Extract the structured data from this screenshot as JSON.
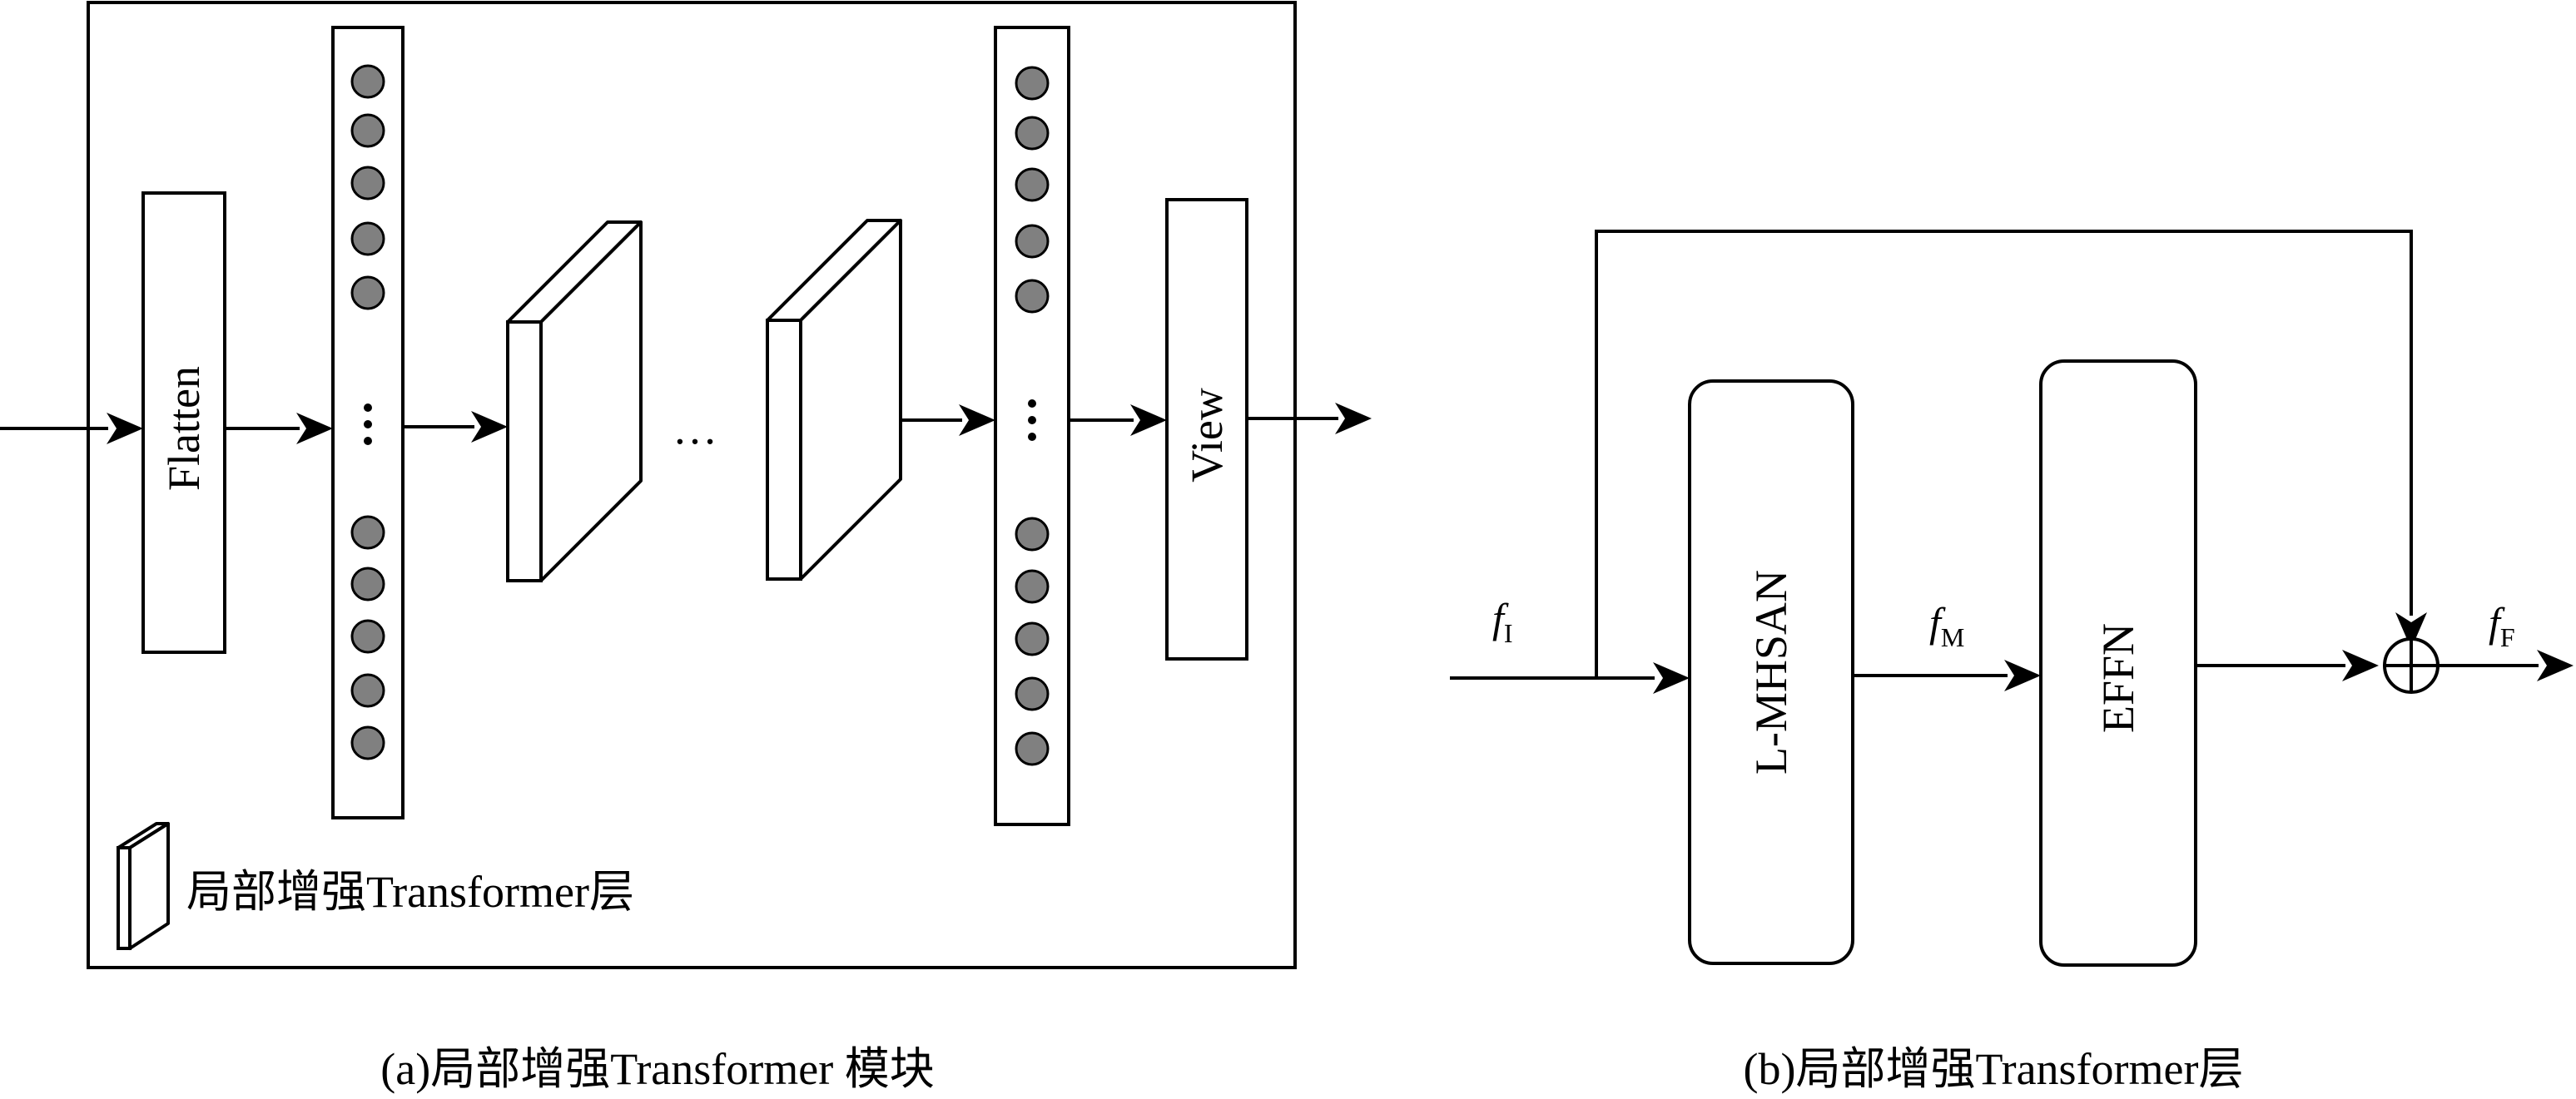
{
  "panel_a": {
    "flatten_label": "Flatten",
    "view_label": "View",
    "ellipsis": "…",
    "legend_label": "局部增强Transformer层",
    "caption": "(a)局部增强Transformer 模块",
    "node_fill": "#808080"
  },
  "panel_b": {
    "lmhsan_label": "L-MHSAN",
    "effn_label": "EFFN",
    "f_symbol": "f",
    "f_input_sub": "I",
    "f_mid_sub": "M",
    "f_output_sub": "F",
    "caption": "(b)局部增强Transformer层"
  }
}
